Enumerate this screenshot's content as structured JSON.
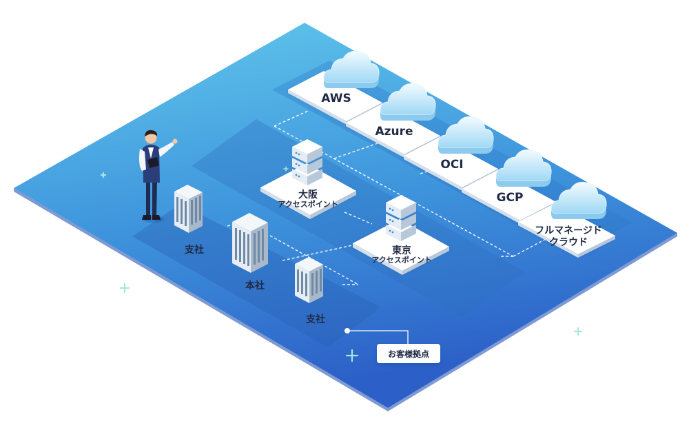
{
  "clouds": [
    {
      "id": "aws",
      "label": "AWS"
    },
    {
      "id": "azure",
      "label": "Azure"
    },
    {
      "id": "oci",
      "label": "OCI"
    },
    {
      "id": "gcp",
      "label": "GCP"
    },
    {
      "id": "managed",
      "label_line1": "フルマネージド",
      "label_line2": "クラウド"
    }
  ],
  "access_points": [
    {
      "id": "osaka",
      "name": "大阪",
      "sub": "アクセスポイント"
    },
    {
      "id": "tokyo",
      "name": "東京",
      "sub": "アクセスポイント"
    }
  ],
  "sites": {
    "branch_left": "支社",
    "head_office": "本社",
    "branch_right": "支社"
  },
  "callout": {
    "label": "お客様拠点"
  },
  "colors": {
    "floor_top": "#58c3e8",
    "floor_bottom": "#2f6fcf",
    "tile": "#ffffff",
    "text": "#1f2a44",
    "cloud": "#cfeefd"
  }
}
